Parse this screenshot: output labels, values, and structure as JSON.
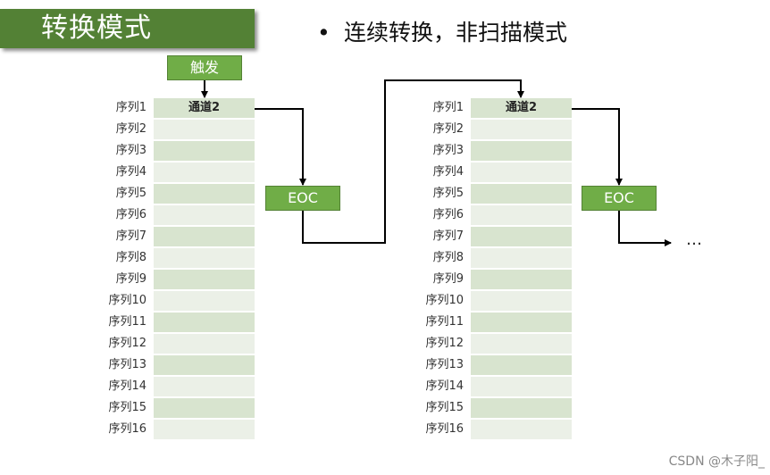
{
  "title": "转换模式",
  "bullet": "连续转换，非扫描模式",
  "trigger_label": "触发",
  "eoc_label": "EOC",
  "channel_label": "通道2",
  "sequence_labels": [
    "序列1",
    "序列2",
    "序列3",
    "序列4",
    "序列5",
    "序列6",
    "序列7",
    "序列8",
    "序列9",
    "序列10",
    "序列11",
    "序列12",
    "序列13",
    "序列14",
    "序列15",
    "序列16"
  ],
  "continuation": "…",
  "watermark": "CSDN @木子阳_"
}
